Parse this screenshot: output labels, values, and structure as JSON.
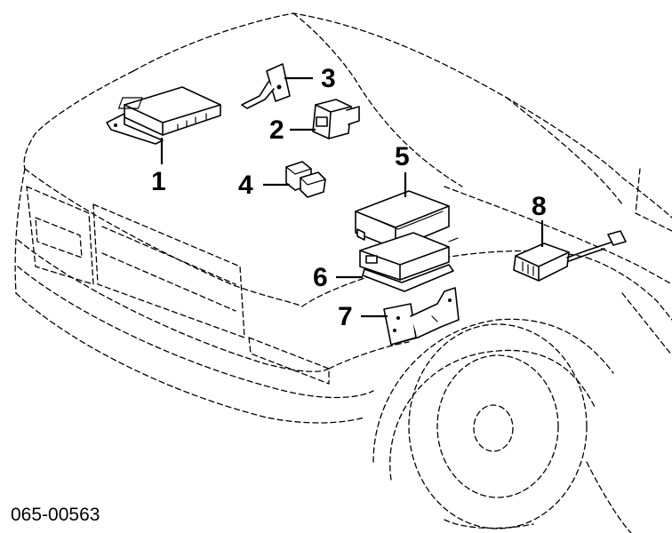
{
  "diagram": {
    "reference_code": "065-00563",
    "callouts": [
      {
        "id": "1",
        "label": "1"
      },
      {
        "id": "2",
        "label": "2"
      },
      {
        "id": "3",
        "label": "3"
      },
      {
        "id": "4",
        "label": "4"
      },
      {
        "id": "5",
        "label": "5"
      },
      {
        "id": "6",
        "label": "6"
      },
      {
        "id": "7",
        "label": "7"
      },
      {
        "id": "8",
        "label": "8"
      }
    ]
  }
}
